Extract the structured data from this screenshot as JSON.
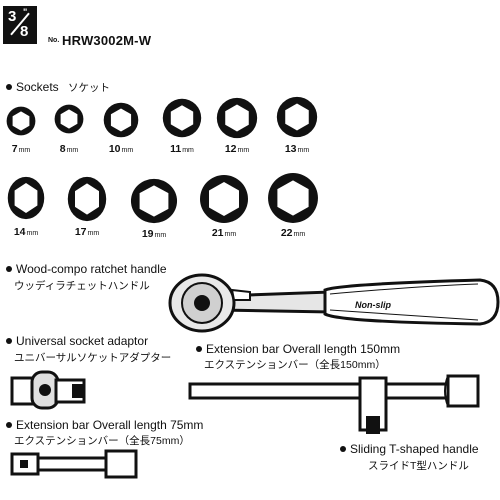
{
  "header": {
    "drive_top": "3",
    "drive_bottom": "8",
    "drive_mark": "\"",
    "model_prefix": "No.",
    "model_number": "HRW3002M-W"
  },
  "sections": {
    "sockets": {
      "title": "Sockets",
      "title_jp": "ソケット"
    },
    "ratchet": {
      "title": "Wood-compo ratchet handle",
      "title_jp": "ウッディラチェットハンドル",
      "grip_text": "Non-slip"
    },
    "adaptor": {
      "title": "Universal socket adaptor",
      "title_jp": "ユニバーサルソケットアダプター"
    },
    "ext150": {
      "title": "Extension bar Overall length 150mm",
      "title_jp": "エクステンションバー（全長150mm）"
    },
    "ext75": {
      "title": "Extension bar Overall length 75mm",
      "title_jp": "エクステンションバー（全長75mm）"
    },
    "tbar": {
      "title": "Sliding T-shaped handle",
      "title_jp": "スライドT型ハンドル"
    }
  },
  "sockets_row1": [
    {
      "size": "7",
      "unit": "mm",
      "shape": "hexagon-icon"
    },
    {
      "size": "8",
      "unit": "mm",
      "shape": "hexagon-icon"
    },
    {
      "size": "10",
      "unit": "mm",
      "shape": "hexagon-icon"
    },
    {
      "size": "11",
      "unit": "mm",
      "shape": "hexagon-icon"
    },
    {
      "size": "12",
      "unit": "mm",
      "shape": "hexagon-icon"
    },
    {
      "size": "13",
      "unit": "mm",
      "shape": "hexagon-icon"
    }
  ],
  "sockets_row2": [
    {
      "size": "14",
      "unit": "mm",
      "shape": "hexagon-icon"
    },
    {
      "size": "17",
      "unit": "mm",
      "shape": "hexagon-icon"
    },
    {
      "size": "19",
      "unit": "mm",
      "shape": "hexagon-icon"
    },
    {
      "size": "21",
      "unit": "mm",
      "shape": "hexagon-icon"
    },
    {
      "size": "22",
      "unit": "mm",
      "shape": "hexagon-icon"
    }
  ],
  "colors": {
    "ink": "#111111",
    "background": "#ffffff",
    "metal": "#cfcfcf"
  }
}
